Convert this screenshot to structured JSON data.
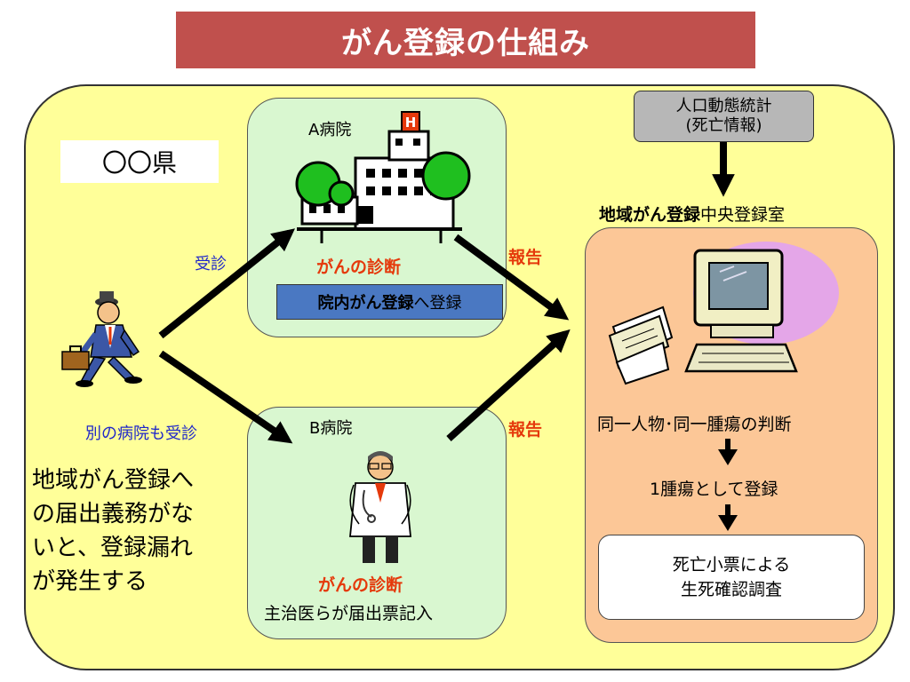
{
  "title": "がん登録の仕組み",
  "prefecture": "〇〇県",
  "hospital_a": {
    "name": "A病院",
    "diagnosis": "がんの診断",
    "registration_bold": "院内がん登録",
    "registration_rest": "へ登録"
  },
  "hospital_b": {
    "name": "B病院",
    "diagnosis": "がんの診断",
    "note": "主治医らが届出票記入"
  },
  "flows": {
    "visit": "受診",
    "visit_other": "別の病院も受診",
    "report_a": "報告",
    "report_b": "報告"
  },
  "warning": [
    "地域がん登録へ",
    "の届出義務がな",
    "いと、登録漏れ",
    "が発生する"
  ],
  "vital_stats": {
    "line1": "人口動態統計",
    "line2": "(死亡情報)"
  },
  "central": {
    "title_bold": "地域がん登録",
    "title_rest": "中央登録室",
    "step1": "同一人物･同一腫瘍の判断",
    "step2": "1腫瘍として登録",
    "survey_line1": "死亡小票による",
    "survey_line2": "生死確認調査"
  },
  "colors": {
    "title_bg": "#c0504d",
    "region_bg": "#ffff99",
    "hospital_bg": "#d9f7d0",
    "central_bg": "#fcc797",
    "accent_red": "#e5390b",
    "accent_blue": "#1f27c9"
  }
}
